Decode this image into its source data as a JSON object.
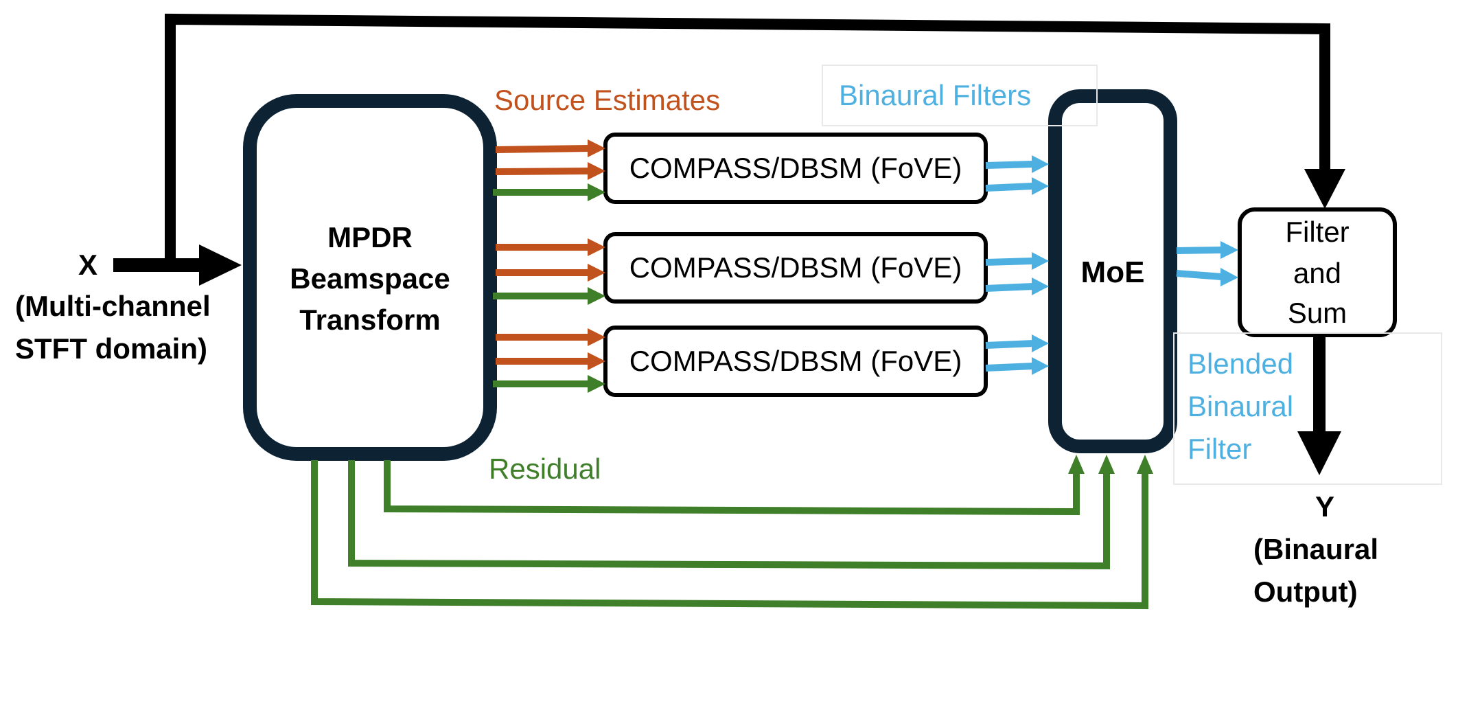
{
  "colors": {
    "black": "#000000",
    "navy": "#0d2233",
    "orange": "#c2521d",
    "green": "#3f7f2a",
    "blue": "#4db0e0"
  },
  "input": {
    "symbol": "X",
    "line1": "(Multi-channel",
    "line2": "STFT domain)"
  },
  "beamformer": {
    "line1": "MPDR",
    "line2": "Beamspace",
    "line3": "Transform"
  },
  "labels": {
    "source_estimates": "Source Estimates",
    "binaural_filters": "Binaural Filters",
    "residual": "Residual",
    "blended_1": "Blended",
    "blended_2": "Binaural",
    "blended_3": "Filter"
  },
  "fove_blocks": [
    {
      "label": "COMPASS/DBSM (FoVE)"
    },
    {
      "label": "COMPASS/DBSM (FoVE)"
    },
    {
      "label": "COMPASS/DBSM (FoVE)"
    }
  ],
  "moe": {
    "label": "MoE"
  },
  "filter_sum": {
    "line1": "Filter",
    "line2": "and",
    "line3": "Sum"
  },
  "output": {
    "symbol": "Y",
    "line1": "(Binaural",
    "line2": "Output)"
  }
}
